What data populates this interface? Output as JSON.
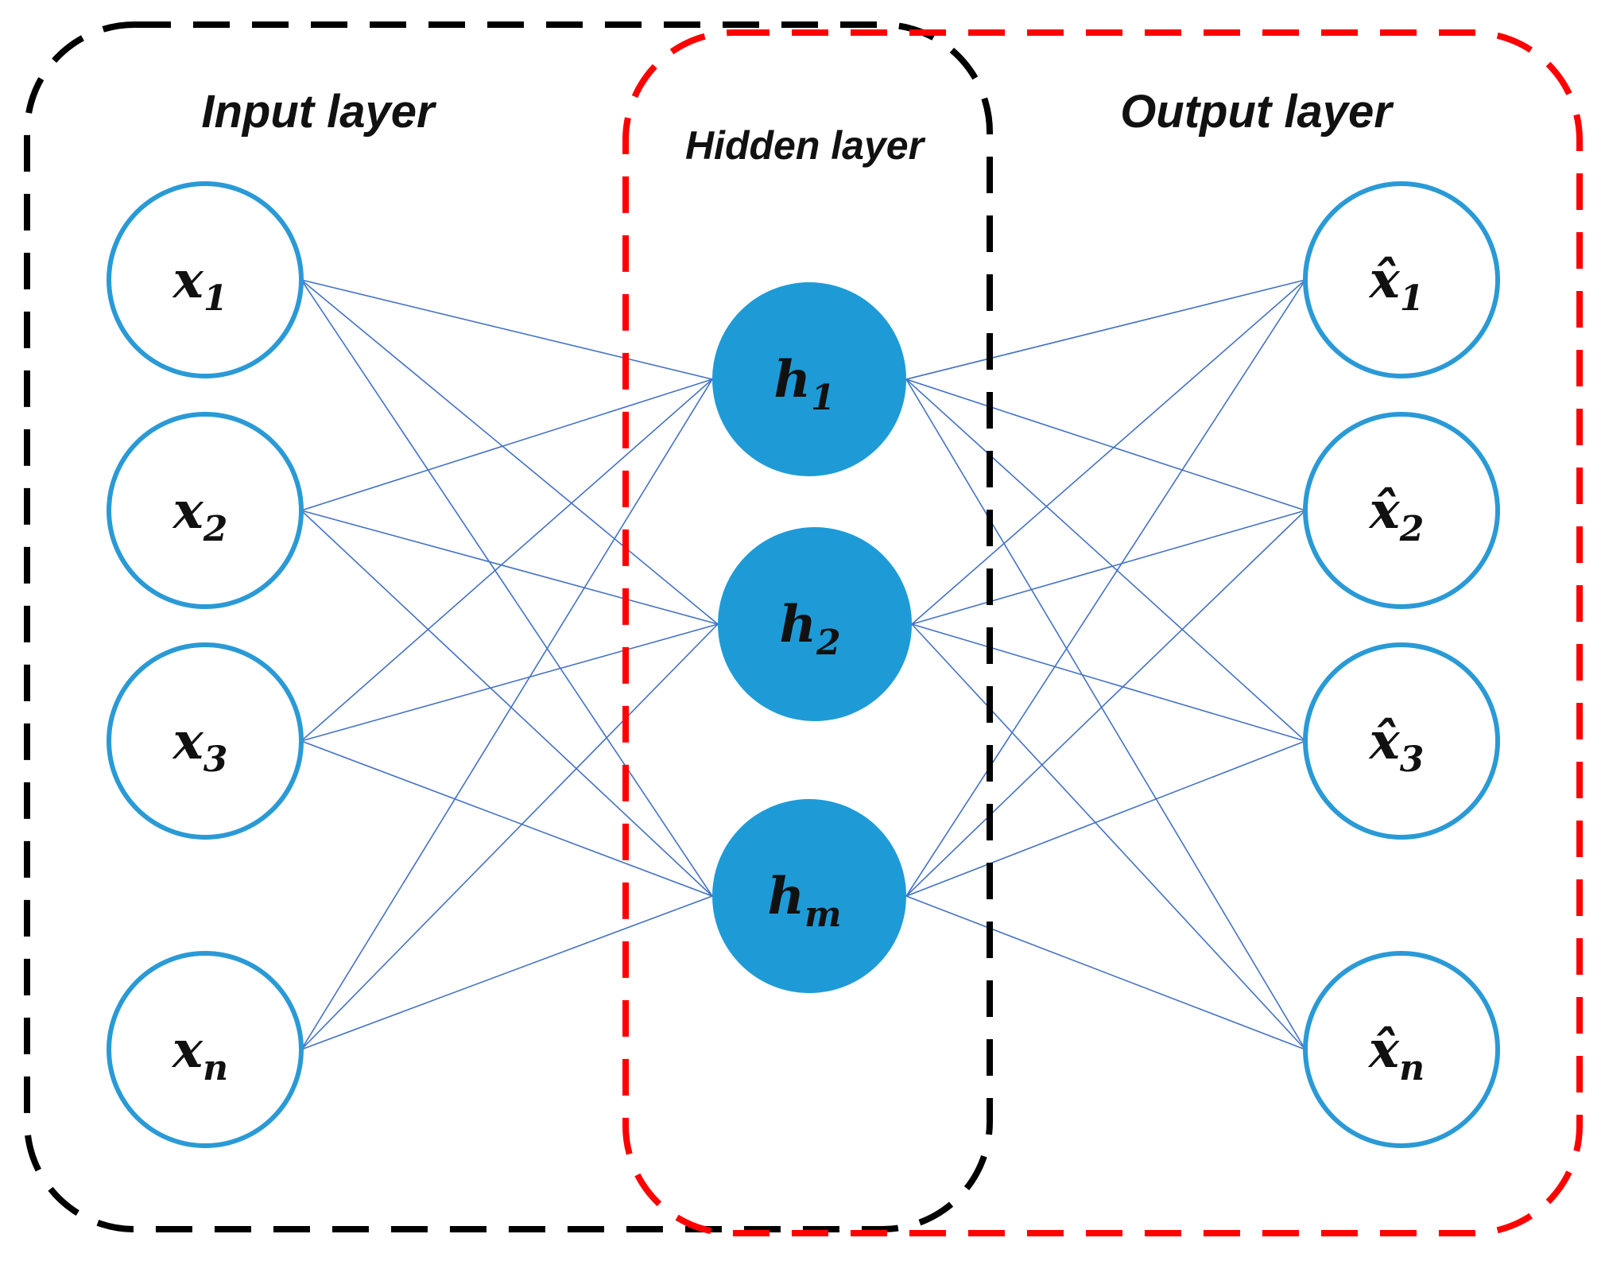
{
  "titles": {
    "input": "Input layer",
    "hidden": "Hidden layer",
    "output": "Output layer"
  },
  "input_nodes": [
    {
      "base": "x",
      "sub": "1"
    },
    {
      "base": "x",
      "sub": "2"
    },
    {
      "base": "x",
      "sub": "3"
    },
    {
      "base": "x",
      "sub": "n"
    }
  ],
  "hidden_nodes": [
    {
      "base": "h",
      "sub": "1"
    },
    {
      "base": "h",
      "sub": "2"
    },
    {
      "base": "h",
      "sub": "m"
    }
  ],
  "output_nodes": [
    {
      "base": "x̂",
      "sub": "1"
    },
    {
      "base": "x̂",
      "sub": "2"
    },
    {
      "base": "x̂",
      "sub": "3"
    },
    {
      "base": "x̂",
      "sub": "n"
    }
  ],
  "colors": {
    "input_stroke": "#2A9AD6",
    "hidden_fill": "#1E9BD7",
    "edge": "#4472C4",
    "encoder_box": "#000000",
    "decoder_box": "#FF0000"
  }
}
